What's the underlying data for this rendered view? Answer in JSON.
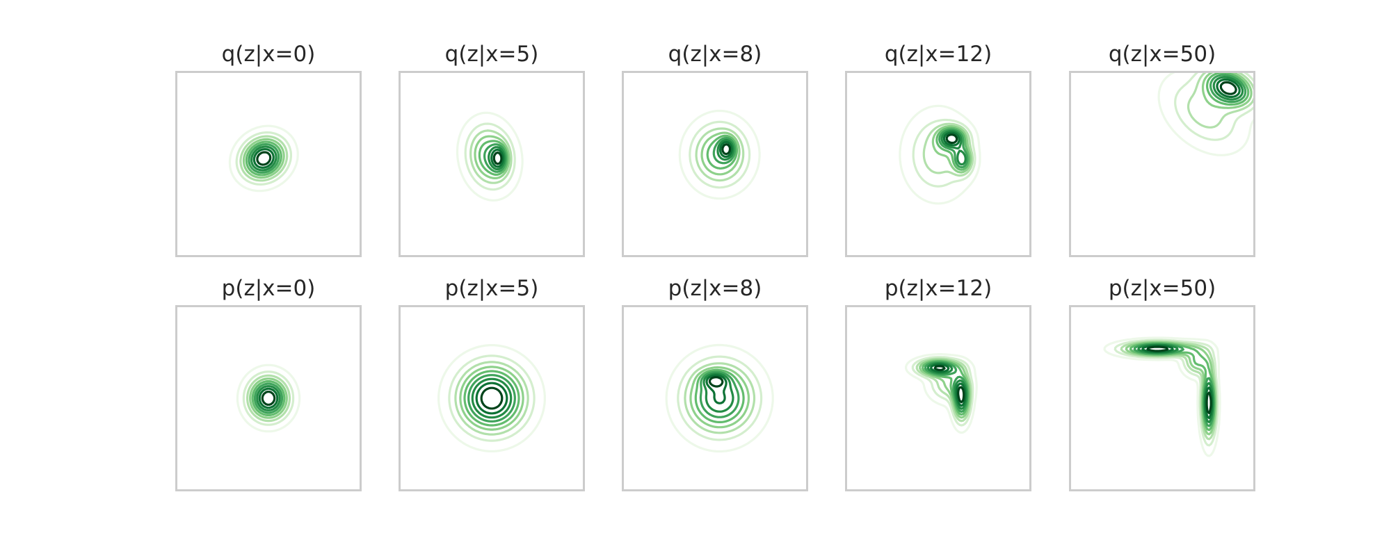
{
  "chart_data": {
    "type": "contour",
    "colormap": "Greens",
    "colors": [
      "#edf8e9",
      "#d4eece",
      "#b2e0ab",
      "#8ed18b",
      "#63bc6e",
      "#3fa35b",
      "#238b45",
      "#0d7235",
      "#00441b"
    ],
    "grid": false,
    "axis_ticks": false,
    "axis_range": [
      -1,
      1
    ],
    "panels": [
      {
        "title": "q(z|x=0)",
        "row": "q",
        "x": 0,
        "modes": [
          {
            "x": -0.05,
            "y": 0.06,
            "sx": 0.16,
            "sy": 0.14,
            "rot": 35,
            "w": 1.0
          }
        ]
      },
      {
        "title": "q(z|x=5)",
        "row": "q",
        "x": 5,
        "modes": [
          {
            "x": -0.02,
            "y": 0.08,
            "sx": 0.16,
            "sy": 0.22,
            "rot": 10,
            "w": 1.0
          },
          {
            "x": 0.08,
            "y": 0.06,
            "sx": 0.06,
            "sy": 0.1,
            "rot": 0,
            "w": 0.8
          }
        ]
      },
      {
        "title": "q(z|x=8)",
        "row": "q",
        "x": 8,
        "modes": [
          {
            "x": 0.05,
            "y": 0.1,
            "sx": 0.2,
            "sy": 0.22,
            "rot": 0,
            "w": 1.0
          },
          {
            "x": 0.13,
            "y": 0.17,
            "sx": 0.06,
            "sy": 0.08,
            "rot": 0,
            "w": 0.8
          }
        ]
      },
      {
        "title": "q(z|x=12)",
        "row": "q",
        "x": 12,
        "modes": [
          {
            "x": 0.15,
            "y": 0.28,
            "sx": 0.1,
            "sy": 0.08,
            "rot": 0,
            "w": 1.0
          },
          {
            "x": 0.26,
            "y": 0.05,
            "sx": 0.07,
            "sy": 0.1,
            "rot": 0,
            "w": 0.8
          },
          {
            "x": 0.0,
            "y": 0.1,
            "sx": 0.22,
            "sy": 0.28,
            "rot": 0,
            "w": 0.45
          }
        ]
      },
      {
        "title": "q(z|x=50)",
        "row": "q",
        "x": 50,
        "modes": [
          {
            "x": 0.72,
            "y": 0.82,
            "sx": 0.18,
            "sy": 0.12,
            "rot": -25,
            "w": 1.0
          },
          {
            "x": 0.45,
            "y": 0.55,
            "sx": 0.3,
            "sy": 0.2,
            "rot": -40,
            "w": 0.35
          }
        ]
      },
      {
        "title": "p(z|x=0)",
        "row": "p",
        "x": 0,
        "modes": [
          {
            "x": 0.0,
            "y": 0.0,
            "sx": 0.14,
            "sy": 0.15,
            "rot": 0,
            "w": 1.0
          }
        ]
      },
      {
        "title": "p(z|x=5)",
        "row": "p",
        "x": 5,
        "modes": [
          {
            "x": 0.0,
            "y": 0.0,
            "sx": 0.24,
            "sy": 0.24,
            "rot": 0,
            "w": 1.0
          }
        ]
      },
      {
        "title": "p(z|x=8)",
        "row": "p",
        "x": 8,
        "modes": [
          {
            "x": 0.05,
            "y": 0.0,
            "sx": 0.25,
            "sy": 0.25,
            "rot": 0,
            "w": 1.0
          },
          {
            "x": 0.0,
            "y": 0.2,
            "sx": 0.1,
            "sy": 0.06,
            "rot": 0,
            "w": 0.5
          }
        ]
      },
      {
        "title": "p(z|x=12)",
        "row": "p",
        "x": 12,
        "modes": [
          {
            "x": 0.0,
            "y": 0.33,
            "sx": 0.15,
            "sy": 0.06,
            "rot": 0,
            "w": 1.0
          },
          {
            "x": 0.25,
            "y": 0.0,
            "sx": 0.06,
            "sy": 0.16,
            "rot": 0,
            "w": 1.0
          },
          {
            "x": 0.12,
            "y": 0.15,
            "sx": 0.14,
            "sy": 0.12,
            "rot": 0,
            "w": 0.45
          }
        ]
      },
      {
        "title": "p(z|x=50)",
        "row": "p",
        "x": 50,
        "modes": [
          {
            "x": -0.05,
            "y": 0.53,
            "sx": 0.24,
            "sy": 0.05,
            "rot": 0,
            "w": 1.0
          },
          {
            "x": 0.5,
            "y": -0.05,
            "sx": 0.05,
            "sy": 0.24,
            "rot": 0,
            "w": 1.0
          },
          {
            "x": 0.38,
            "y": 0.4,
            "sx": 0.1,
            "sy": 0.1,
            "rot": 0,
            "w": 0.5
          }
        ]
      }
    ]
  }
}
